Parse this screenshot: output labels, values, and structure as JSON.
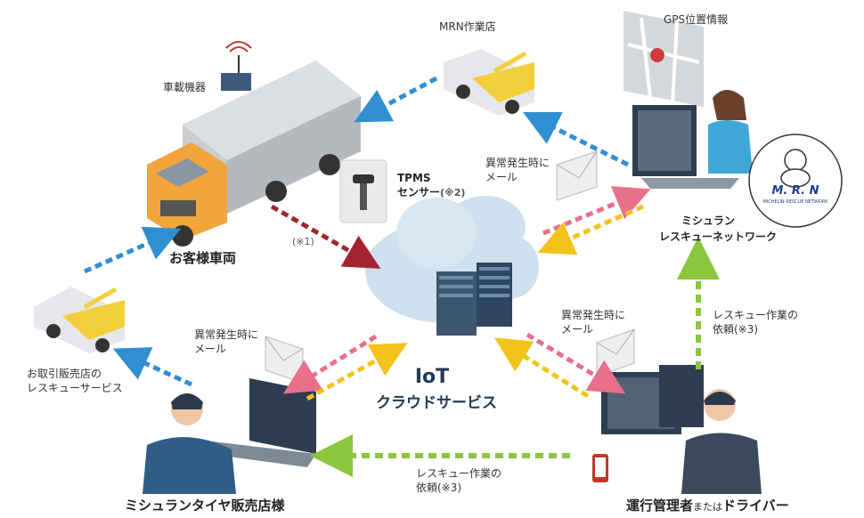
{
  "labels": {
    "in_vehicle_device": "車載機器",
    "customer_vehicle": "お客様車両",
    "tpms_line1": "TPMS",
    "tpms_line2": "センサー",
    "tpms_note": "(※2)",
    "note1": "(※1)",
    "mrn_shop": "MRN作業店",
    "gps": "GPS位置情報",
    "mrn_line1": "ミシュラン",
    "mrn_line2": "レスキューネットワーク",
    "mrn_logo": "M. R. N",
    "mrn_logo_sub": "MICHELIN RESCUE NETWORK",
    "alert_mail_top_1": "異常発生時に",
    "alert_mail_top_2": "メール",
    "alert_mail_left_1": "異常発生時に",
    "alert_mail_left_2": "メール",
    "alert_mail_right_1": "異常発生時に",
    "alert_mail_right_2": "メール",
    "iot_title": "IoT",
    "iot_sub": "クラウドサービス",
    "dealer_service_1": "お取引販売店の",
    "dealer_service_2": "レスキューサービス",
    "dealer": "ミシュランタイヤ販売店様",
    "operator_main": "運行管理者",
    "operator_mid": "または",
    "operator_end": "ドライバー",
    "rescue_req_right_1": "レスキュー作業の",
    "rescue_req_right_2": "依頼(※3)",
    "rescue_req_bottom_1": "レスキュー作業の",
    "rescue_req_bottom_2": "依頼(※3)"
  },
  "colors": {
    "blue_arrow": "#2f8fd0",
    "red_arrow": "#a3242f",
    "pink_arrow": "#e8708a",
    "yellow_arrow": "#f2c31b",
    "green_arrow": "#8cc63f",
    "cloud": "#cfe0ee",
    "truck_cab": "#f2a53a",
    "truck_box": "#c9ccd0"
  }
}
